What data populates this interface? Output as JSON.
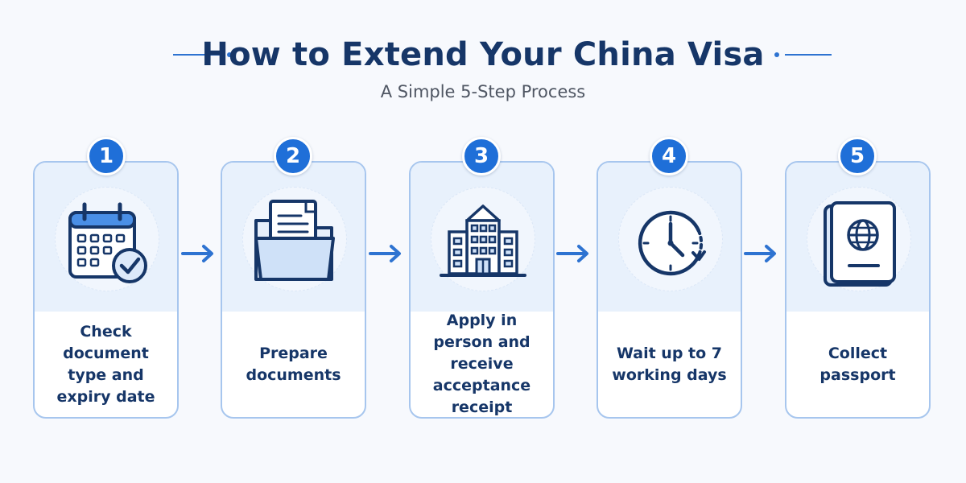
{
  "header": {
    "title": "How to Extend Your China Visa",
    "subtitle": "A Simple 5-Step Process"
  },
  "colors": {
    "primary": "#1f6fd8",
    "navy": "#163668",
    "card_border": "#a7c6ee",
    "card_tint": "#e8f1fc"
  },
  "steps": [
    {
      "number": "1",
      "icon": "calendar-check-icon",
      "label": "Check document type and expiry date"
    },
    {
      "number": "2",
      "icon": "folder-documents-icon",
      "label": "Prepare documents"
    },
    {
      "number": "3",
      "icon": "government-building-icon",
      "label": "Apply in person and receive acceptance receipt"
    },
    {
      "number": "4",
      "icon": "clock-icon",
      "label": "Wait up to 7 working days"
    },
    {
      "number": "5",
      "icon": "passport-icon",
      "label": "Collect passport"
    }
  ]
}
